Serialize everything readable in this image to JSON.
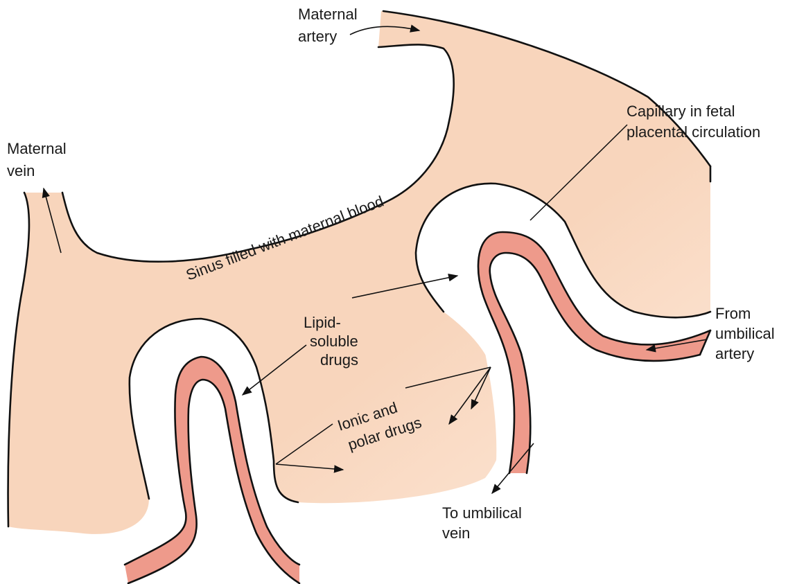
{
  "colors": {
    "sinus_fill": "#f8d5bc",
    "sinus_fill_light": "#fdeadb",
    "capillary_fill": "#ee9a8b",
    "outline": "#111111",
    "membrane_gap": "#ffffff"
  },
  "labels": {
    "maternal_artery_1": "Maternal",
    "maternal_artery_2": "artery",
    "maternal_vein_1": "Maternal",
    "maternal_vein_2": "vein",
    "capillary_1": "Capillary in fetal",
    "capillary_2": "placental circulation",
    "sinus": "Sinus filled with maternal blood",
    "lipid_1": "Lipid-",
    "lipid_2": "soluble",
    "lipid_3": "drugs",
    "ionic_1": "Ionic and",
    "ionic_2": "polar drugs",
    "from_art_1": "From",
    "from_art_2": "umbilical",
    "from_art_3": "artery",
    "to_vein_1": "To umbilical",
    "to_vein_2": "vein"
  }
}
